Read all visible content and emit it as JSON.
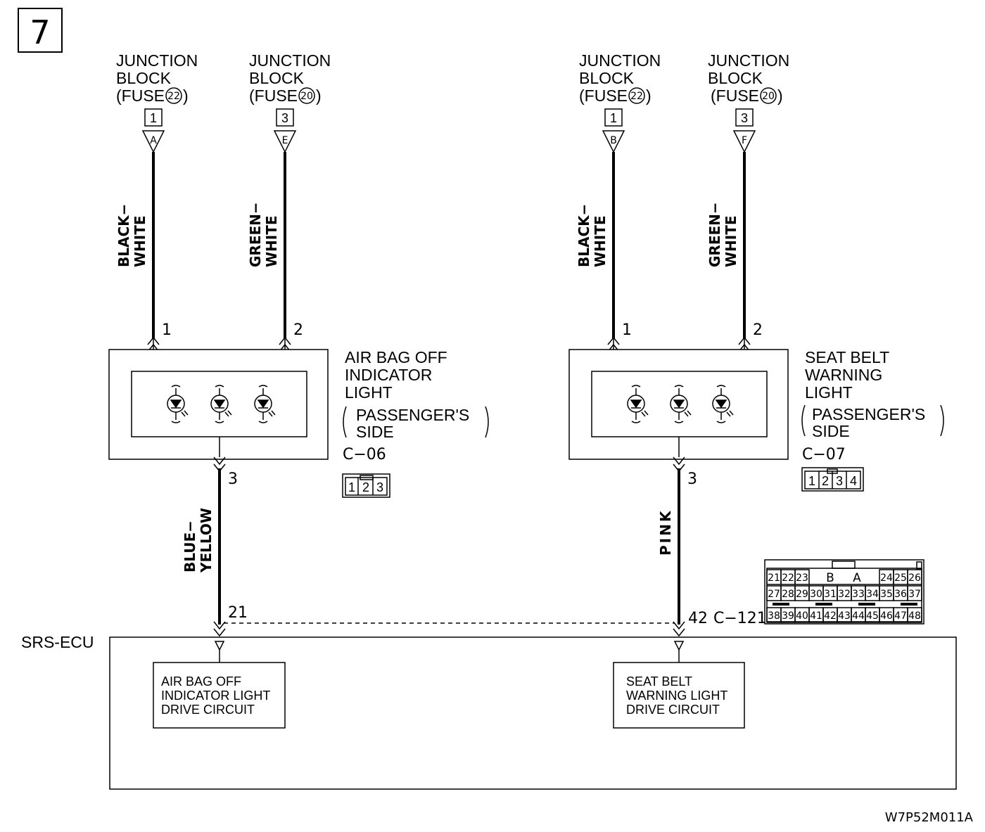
{
  "page_number": "7",
  "figure_code": "W7P52M011A",
  "junctions": [
    {
      "line1": "JUNCTION",
      "line2": "BLOCK",
      "line3": "(FUSE",
      "fuse": "22",
      "close": ")",
      "terminal": "1",
      "letter": "A"
    },
    {
      "line1": "JUNCTION",
      "line2": "BLOCK",
      "line3": "(FUSE",
      "fuse": "20",
      "close": ")",
      "terminal": "3",
      "letter": "E"
    },
    {
      "line1": "JUNCTION",
      "line2": "BLOCK",
      "line3": "(FUSE",
      "fuse": "22",
      "close": ")",
      "terminal": "1",
      "letter": "B"
    },
    {
      "line1": "JUNCTION",
      "line2": "BLOCK",
      "line3": "(FUSE",
      "fuse": "20",
      "close": ")",
      "terminal": "3",
      "letter": "F"
    }
  ],
  "wires": [
    {
      "line1": "BLACK−",
      "line2": "WHITE",
      "pin": "1"
    },
    {
      "line1": "GREEN−",
      "line2": "WHITE",
      "pin": "2"
    },
    {
      "line1": "BLACK−",
      "line2": "WHITE",
      "pin": "1"
    },
    {
      "line1": "GREEN−",
      "line2": "WHITE",
      "pin": "2"
    }
  ],
  "components": [
    {
      "name1": "AIR BAG OFF",
      "name2": "INDICATOR",
      "name3": "LIGHT",
      "sub1": "PASSENGER'S",
      "sub2": "SIDE",
      "connector": "C−06",
      "out_pin": "3",
      "pins": [
        "1",
        "2",
        "3"
      ]
    },
    {
      "name1": "SEAT BELT",
      "name2": "WARNING",
      "name3": "LIGHT",
      "sub1": "PASSENGER'S",
      "sub2": "SIDE",
      "connector": "C−07",
      "out_pin": "3",
      "pins": [
        "1",
        "2",
        "3",
        "4"
      ]
    }
  ],
  "lower_wires": [
    {
      "line1": "BLUE−",
      "line2": "YELLOW",
      "ecu_pin": "21"
    },
    {
      "line1": "PINK",
      "line2": "",
      "ecu_pin": "42"
    }
  ],
  "ecu": {
    "label": "SRS-ECU",
    "connector": "C−121",
    "circuits": [
      {
        "line1": "AIR BAG OFF",
        "line2": "INDICATOR LIGHT",
        "line3": "DRIVE CIRCUIT"
      },
      {
        "line1": "SEAT BELT",
        "line2": "WARNING LIGHT",
        "line3": "DRIVE CIRCUIT"
      }
    ],
    "pinout": {
      "row1": [
        "21",
        "22",
        "23",
        "B",
        "A",
        "24",
        "25",
        "26"
      ],
      "row2": [
        "27",
        "28",
        "29",
        "30",
        "31",
        "32",
        "33",
        "34",
        "35",
        "36",
        "37"
      ],
      "row3": [
        "38",
        "39",
        "40",
        "41",
        "42",
        "43",
        "44",
        "45",
        "46",
        "47",
        "48"
      ]
    }
  }
}
